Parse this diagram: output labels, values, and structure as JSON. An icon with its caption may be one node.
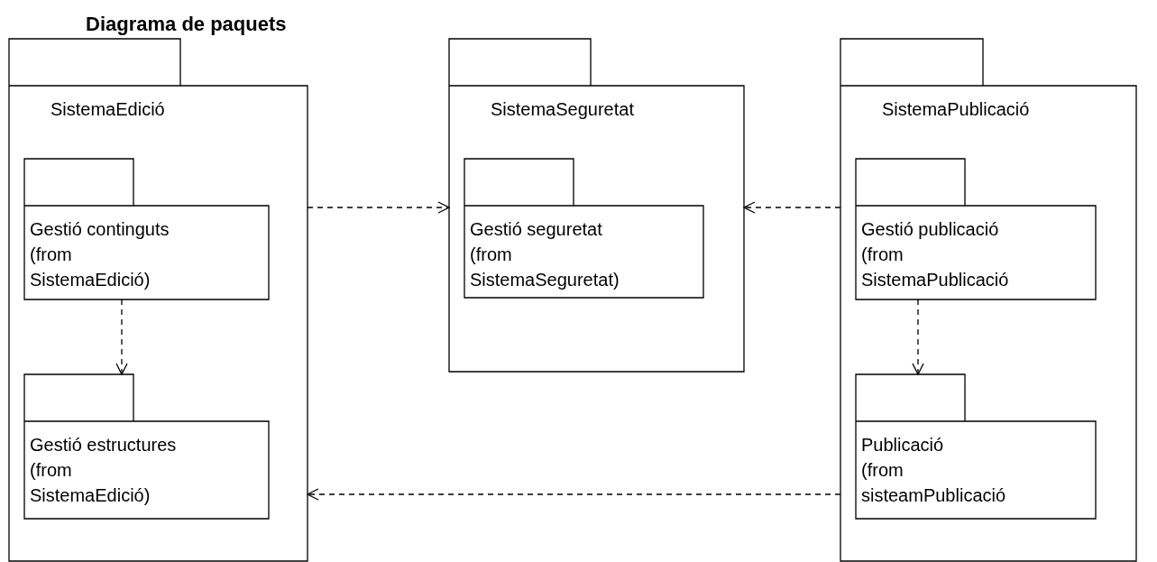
{
  "diagram": {
    "title": "Diagrama de paquets",
    "nodes": [
      {
        "text": [
          "SistemaEdició"
        ]
      },
      {
        "text": [
          "Gestió continguts",
          "(from SistemaEdició)"
        ],
        "in": 0
      },
      {
        "text": [
          "Gestió estructures",
          "(from SistemaEdició)"
        ],
        "in": 0
      },
      {
        "text": [
          "SistemaSeguretat"
        ]
      },
      {
        "text": [
          "Gestió seguretat",
          "(from SistemaSeguretat)"
        ],
        "in": 3
      },
      {
        "text": [
          "SistemaPublicació"
        ]
      },
      {
        "text": [
          "Gestió publicació",
          "(from SistemaPublicació"
        ],
        "in": 5
      },
      {
        "text": [
          "Publicació",
          "(from sisteamPublicació"
        ],
        "in": 5
      }
    ],
    "edges": [
      {
        "from": 0,
        "to": 3,
        "arrow": "to",
        "style": "dashed"
      },
      {
        "from": 5,
        "to": 3,
        "arrow": "to",
        "style": "dashed"
      },
      {
        "from": 1,
        "to": 2,
        "arrow": "to",
        "style": "dashed"
      },
      {
        "from": 6,
        "to": 7,
        "arrow": "to",
        "style": "dashed"
      },
      {
        "from": 5,
        "to": 0,
        "arrow": "to",
        "style": "dashed"
      }
    ]
  }
}
